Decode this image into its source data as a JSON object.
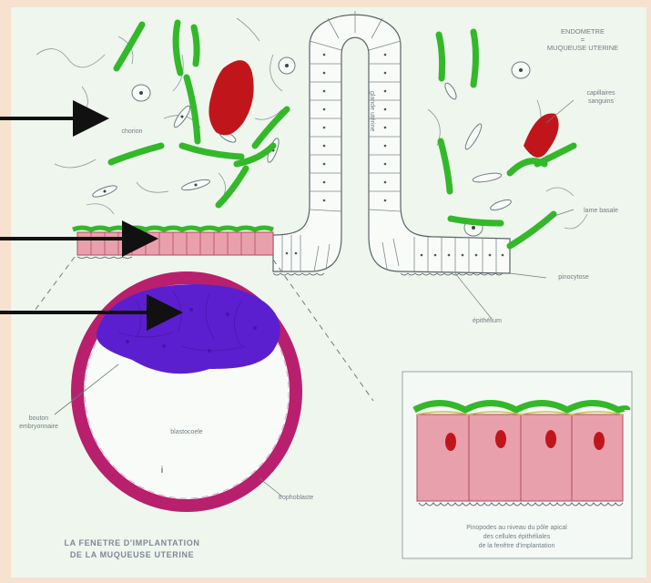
{
  "labels": {
    "endometre_title": "ENDOMETRE\n=\nMUQUEUSE UTERINE",
    "capillaires": "capillaires\nsanguins",
    "chorion": "chorion",
    "glande": "glande utérine",
    "lame_basale": "lame basale",
    "pinocytose": "pinocytose",
    "epithelium": "épithélium",
    "blastocoele": "blastocoele",
    "trophoblaste": "trophoblaste",
    "bouton": "bouton\nembryonnaire",
    "i_mark": "i",
    "caption_main": "LA FENETRE D'IMPLANTATION\nDE LA MUQUEUSE UTERINE",
    "caption_inset": "Pinopodes au niveau du pôle apical\ndes cellules épithéliales\nde la fenêtre d'implantation"
  },
  "arrows": [
    {
      "id": "arrow-chorion"
    },
    {
      "id": "arrow-epithelium"
    },
    {
      "id": "arrow-embryoblast"
    }
  ],
  "colors": {
    "background": "#f6e2cf",
    "slide": "#eef6ee",
    "capillary_green": "#33b82a",
    "blood_red": "#c0161b",
    "epithelium_pink": "#e9a0ad",
    "trophoblast_magenta": "#b8206e",
    "embryoblast_purple": "#5b1fd0",
    "arrow": "#111111"
  }
}
